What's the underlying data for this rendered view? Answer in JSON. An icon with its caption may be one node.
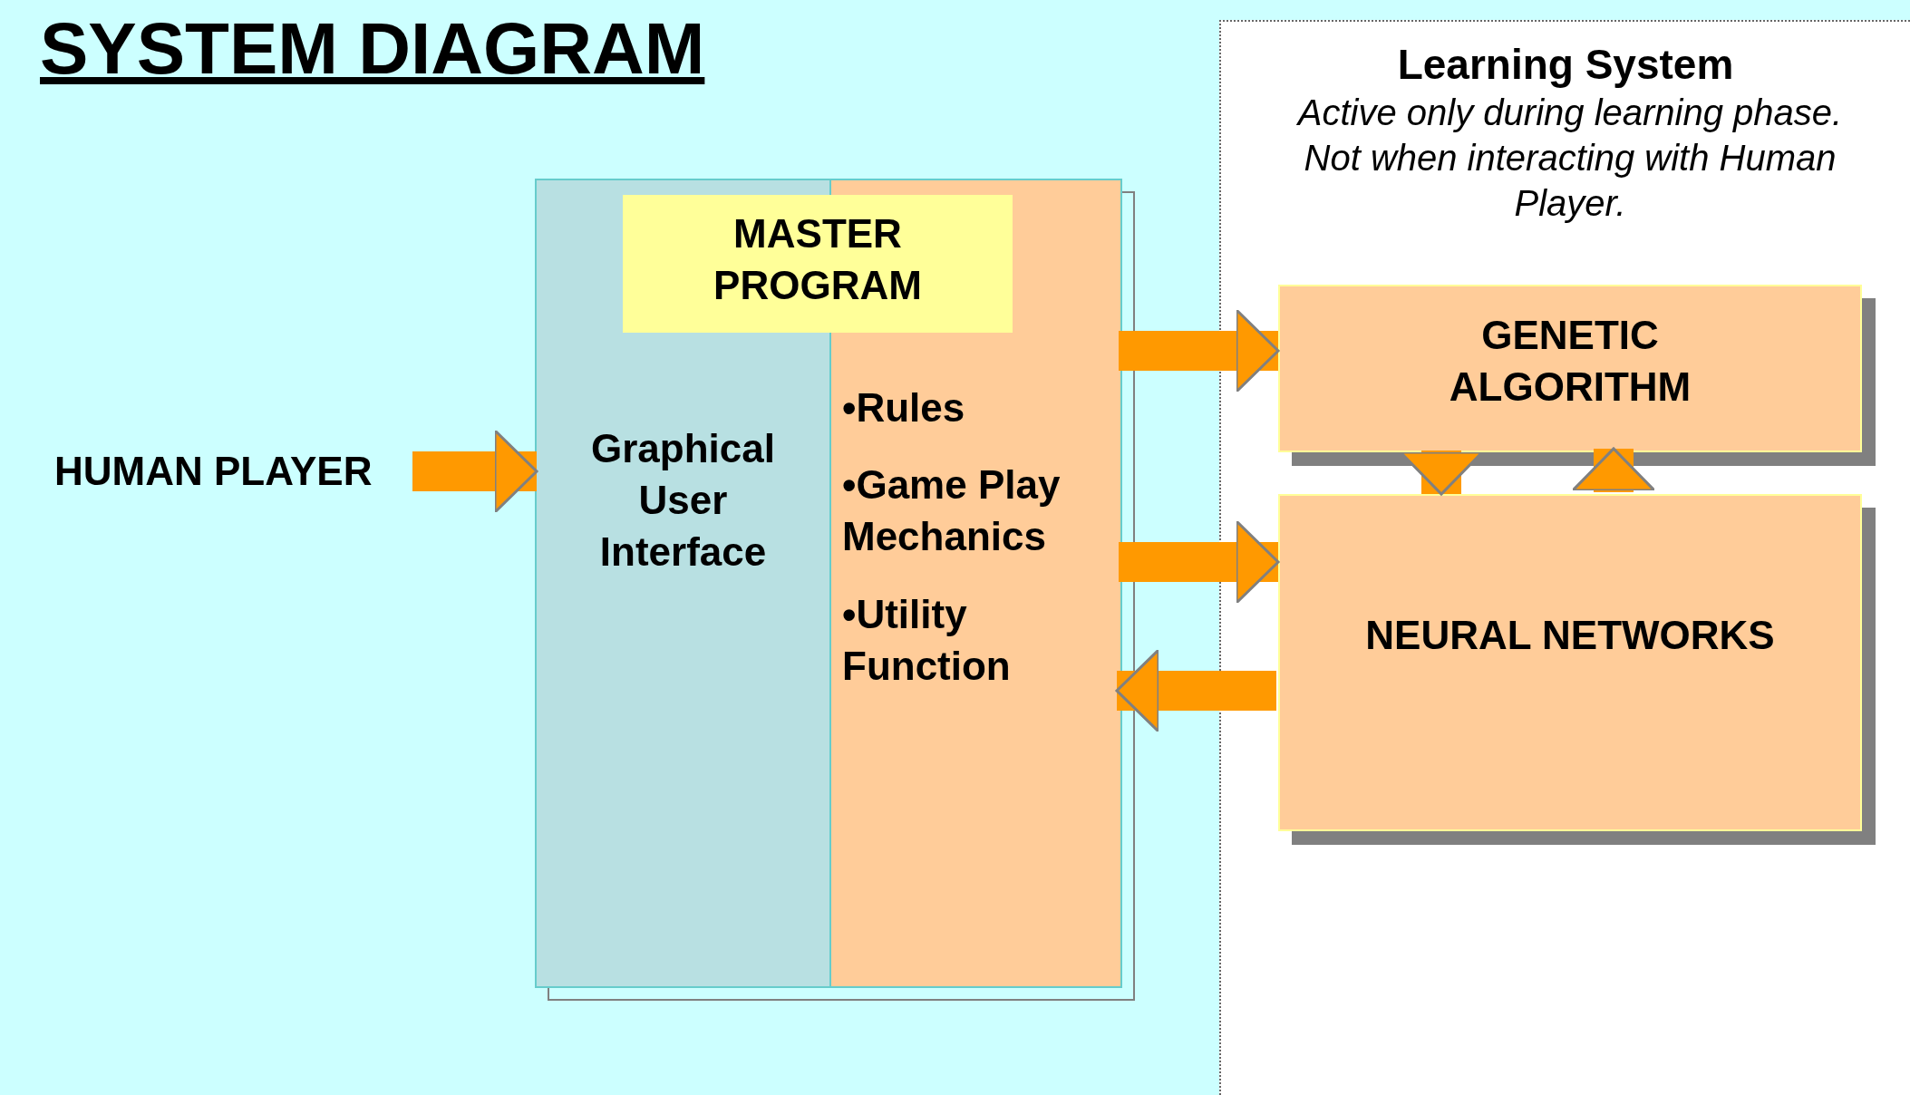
{
  "diagram": {
    "title": "SYSTEM DIAGRAM",
    "nodes": [
      {
        "text": [
          "HUMAN PLAYER"
        ]
      },
      {
        "text": [
          "MASTER PROGRAM"
        ]
      },
      {
        "text": [
          "Graphical User Interface"
        ],
        "in": 1
      },
      {
        "text": [
          "•Rules",
          "•Game Play Mechanics",
          "•Utility Function"
        ],
        "in": 1
      },
      {
        "text": [
          "Learning System",
          "Active only during learning phase. Not when interacting with Human Player."
        ]
      },
      {
        "text": [
          "GENETIC ALGORITHM"
        ],
        "in": 4
      },
      {
        "text": [
          "NEURAL NETWORKS"
        ],
        "in": 4
      }
    ],
    "edges": [
      {
        "from": 0,
        "to": 2,
        "arrow": "to"
      },
      {
        "from": 3,
        "to": 5,
        "arrow": "to"
      },
      {
        "from": 3,
        "to": 6,
        "arrow": "to"
      },
      {
        "from": 6,
        "to": 3,
        "arrow": "to"
      },
      {
        "from": 5,
        "to": 6,
        "arrow": "to"
      },
      {
        "from": 6,
        "to": 5,
        "arrow": "to"
      }
    ]
  }
}
